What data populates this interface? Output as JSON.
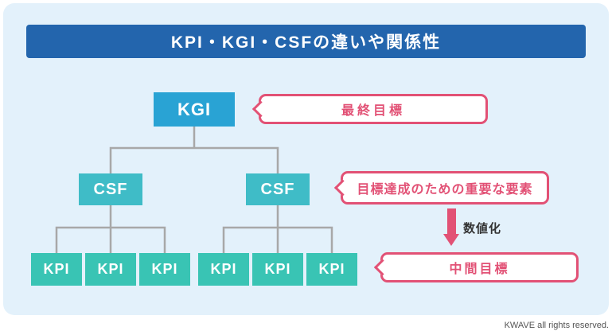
{
  "header": {
    "title": "KPI・KGI・CSFの違いや関係性"
  },
  "tree": {
    "kgi_label": "KGI",
    "csf_label": "CSF",
    "kpi_label": "KPI"
  },
  "annotations": {
    "kgi_note": "最終目標",
    "csf_note": "目標達成のための重要な要素",
    "arrow_label": "数値化",
    "kpi_note": "中間目標"
  },
  "footer": {
    "copyright": "KWAVE all rights reserved."
  },
  "colors": {
    "panel_bg": "#e3f1fb",
    "header_bg": "#2365ad",
    "kgi_box": "#29a3d4",
    "csf_box": "#3fbcc7",
    "kpi_box": "#39c4b4",
    "annotation_pink": "#e25175",
    "connector_gray": "#a8a8a8",
    "footer_text": "#555555"
  }
}
